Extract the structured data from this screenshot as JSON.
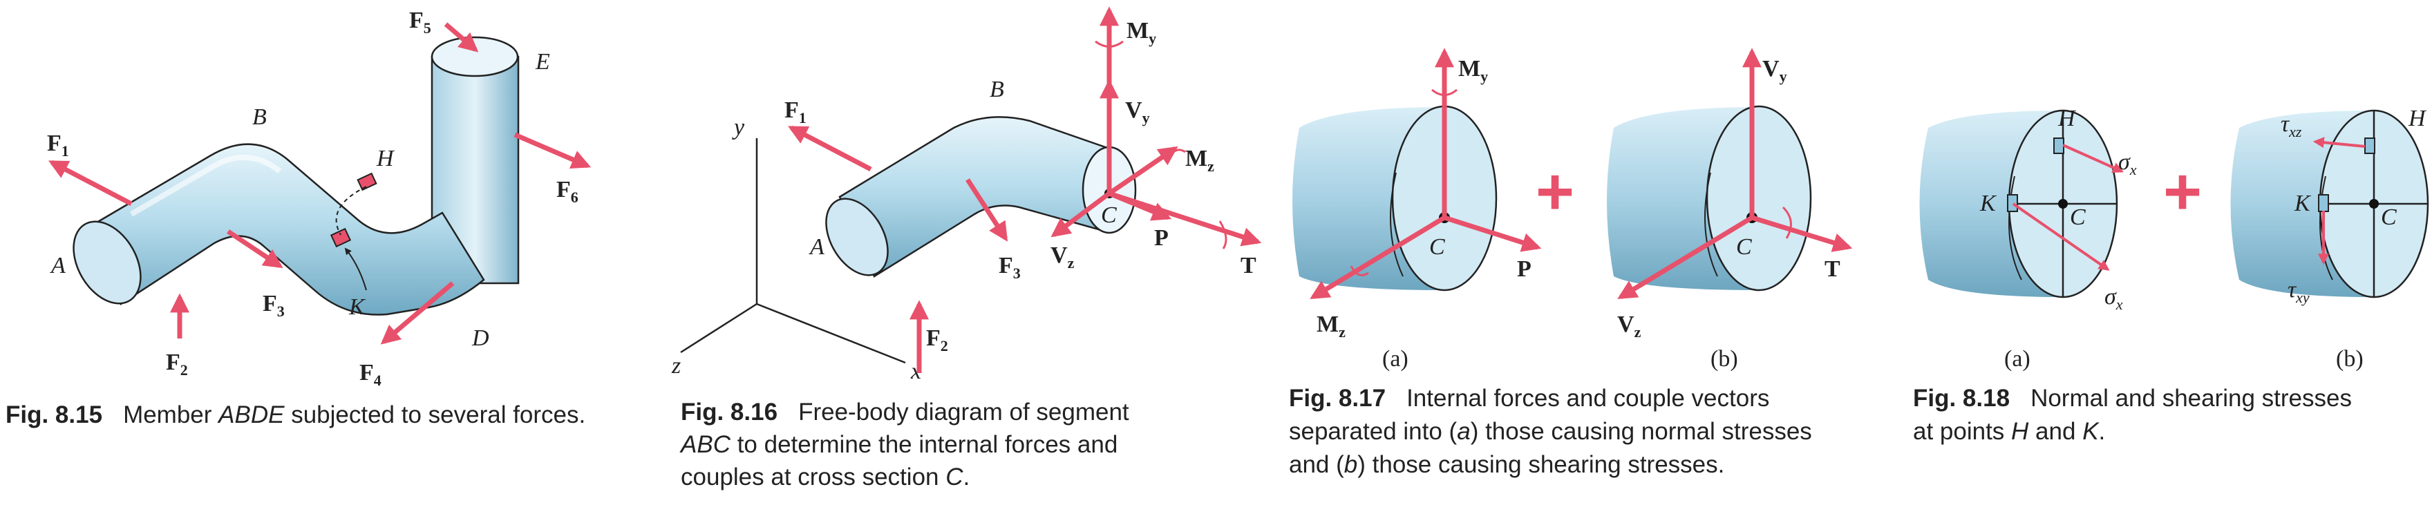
{
  "colors": {
    "force": "#e8516b",
    "pipe_light": "#dceff7",
    "pipe_mid": "#a8d3e6",
    "pipe_dark": "#6ea9c4",
    "outline": "#222222"
  },
  "fig815": {
    "labels": {
      "A": "A",
      "B": "B",
      "D": "D",
      "E": "E",
      "H": "H",
      "K": "K"
    },
    "forces": {
      "F1": "F",
      "F1s": "1",
      "F2": "F",
      "F2s": "2",
      "F3": "F",
      "F3s": "3",
      "F4": "F",
      "F4s": "4",
      "F5": "F",
      "F5s": "5",
      "F6": "F",
      "F6s": "6"
    },
    "caption": {
      "num": "Fig. 8.15",
      "text": "Member ",
      "it": "ABDE",
      "rest": " subjected to several forces."
    }
  },
  "fig816": {
    "axes": {
      "x": "x",
      "y": "y",
      "z": "z"
    },
    "labels": {
      "A": "A",
      "B": "B",
      "C": "C"
    },
    "vectors": {
      "F1": "F",
      "F1s": "1",
      "F2": "F",
      "F2s": "2",
      "F3": "F",
      "F3s": "3",
      "My": "M",
      "Mys": "y",
      "Vy": "V",
      "Vys": "y",
      "Mz": "M",
      "Mzs": "z",
      "Vz": "V",
      "Vzs": "z",
      "P": "P",
      "T": "T"
    },
    "caption": {
      "num": "Fig. 8.16",
      "l1": "Free-body diagram of segment",
      "l2it": "ABC",
      "l2": " to determine the internal forces and",
      "l3": "couples at cross section ",
      "l3it": "C",
      "l3end": "."
    }
  },
  "fig817": {
    "a": {
      "C": "C",
      "My": "M",
      "Mys": "y",
      "Mz": "M",
      "Mzs": "z",
      "P": "P",
      "tag": "(a)"
    },
    "b": {
      "C": "C",
      "Vy": "V",
      "Vys": "y",
      "Vz": "V",
      "Vzs": "z",
      "T": "T",
      "tag": "(b)"
    },
    "plus": "+",
    "caption": {
      "num": "Fig. 8.17",
      "l1": "Internal forces and couple vectors",
      "l2a": "separated into (",
      "l2it": "a",
      "l2b": ") those causing normal stresses",
      "l3a": "and (",
      "l3it": "b",
      "l3b": ") those causing shearing stresses."
    }
  },
  "fig818": {
    "a": {
      "H": "H",
      "K": "K",
      "C": "C",
      "sx1": "σ",
      "sx1s": "x",
      "sx2": "σ",
      "sx2s": "x",
      "tag": "(a)"
    },
    "b": {
      "H": "H",
      "K": "K",
      "C": "C",
      "txz": "τ",
      "txzs": "xz",
      "txy": "τ",
      "txys": "xy",
      "tag": "(b)"
    },
    "plus": "+",
    "caption": {
      "num": "Fig. 8.18",
      "l1": "Normal and shearing stresses",
      "l2": "at points ",
      "l2it1": "H",
      "l2mid": " and ",
      "l2it2": "K",
      "l2end": "."
    }
  }
}
